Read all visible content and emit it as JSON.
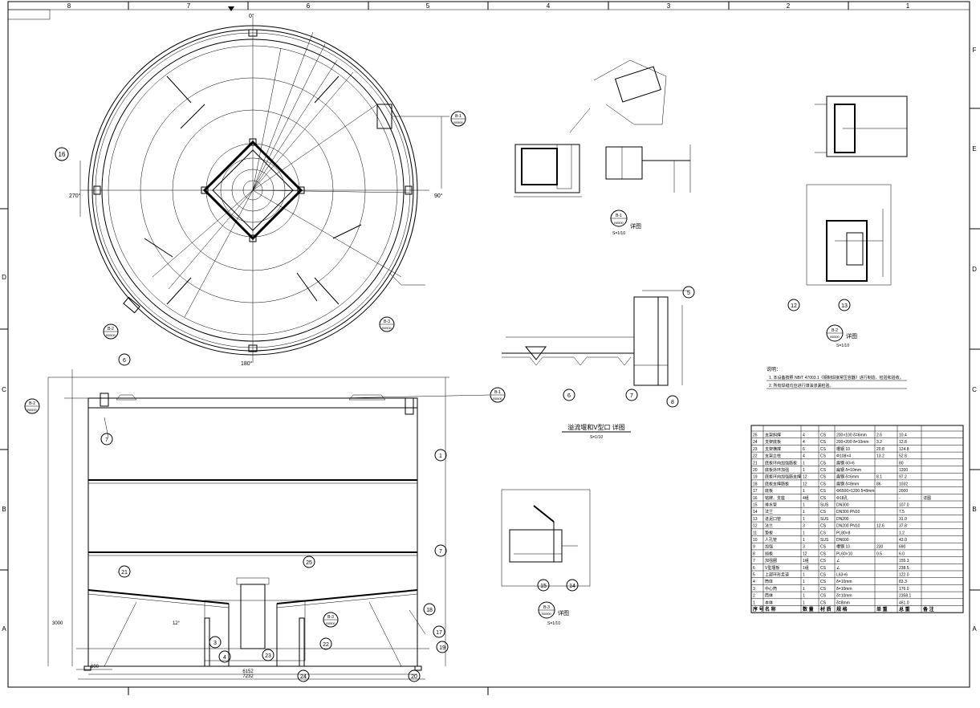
{
  "frame": {
    "col_labels": [
      "8",
      "7",
      "6",
      "5",
      "4",
      "3",
      "2",
      "1"
    ],
    "row_labels": [
      "F",
      "E",
      "D",
      "C",
      "B",
      "A"
    ]
  },
  "plan": {
    "angle_top": "0°",
    "angle_right": "90°",
    "angle_bottom": "180°",
    "angle_left": "270°",
    "bubble_16": "16",
    "ref_b1_top": "B-1",
    "ref_b1_bot": "B0500",
    "ref_b2_top": "B-2",
    "ref_b2_bot": "B0500",
    "ref_b3_top": "B-3",
    "ref_b3_bot": "B0500"
  },
  "elevation": {
    "bubbles": [
      "6",
      "7",
      "1",
      "7",
      "21",
      "25",
      "18",
      "17",
      "19",
      "3",
      "4",
      "23",
      "22",
      "24",
      "20"
    ],
    "dim_total": "7232",
    "dim_inner": "6152",
    "dim_bottom_left": "600",
    "dim_3000": "3000",
    "note_mid": "12°",
    "ref_b2_top": "B-2",
    "ref_b2_bot": "B0500",
    "ref_b1_top": "B-1",
    "ref_b1_bot": "B0500",
    "ref_b3_top": "B-3",
    "ref_b3_bot": "B0500"
  },
  "detail_b1": {
    "title_top": "B-1",
    "title_bot": "B0500",
    "label": "详图",
    "scale": "S=1/10"
  },
  "detail_b2": {
    "title_top": "B-2",
    "title_bot": "B0500",
    "label": "详图",
    "scale": "S=1/10",
    "bubble_12": "12",
    "bubble_13": "13"
  },
  "detail_weir": {
    "title": "溢流堰和V型口 详图",
    "scale": "S=1/10",
    "bubble_5": "5",
    "bubble_6": "6",
    "bubble_7": "7",
    "bubble_8": "8",
    "bubble_15": "15",
    "bubble_14": "14"
  },
  "detail_b3": {
    "title_top": "B-3",
    "title_bot": "B0500",
    "label": "详图",
    "scale": "S=1/10"
  },
  "notes": {
    "heading": "说明：",
    "lines": [
      "1. 本设备按照 NB/T 47003.1《钢制焊接常压容器》进行制造、检验和验收。",
      "2. 所有焊缝均应进行煤油渗漏检验。"
    ]
  },
  "bom": {
    "headers": [
      "序 号",
      "名 称",
      "数 量",
      "材 质",
      "规 格",
      "单 重",
      "总 重",
      "备 注"
    ],
    "rows": [
      [
        "25",
        "支架斜撑",
        "4",
        "CS",
        "200×100 δ=6mm",
        "2.6",
        "10.4",
        ""
      ],
      [
        "24",
        "支架底板",
        "4",
        "CS",
        "200×200 δ=10mm",
        "3.2",
        "12.8",
        ""
      ],
      [
        "23",
        "支架横撑",
        "6",
        "CS",
        "槽钢 10",
        "20.8",
        "124.8",
        ""
      ],
      [
        "22",
        "支架立柱",
        "4",
        "CS",
        "Φ108×4",
        "13.2",
        "52.8",
        ""
      ],
      [
        "21",
        "底板环向加强筋板",
        "1",
        "CS",
        "扁钢 60×6",
        "",
        "80",
        ""
      ],
      [
        "20",
        "底板外环加强",
        "1",
        "CS",
        "扁钢 δ=10mm",
        "",
        "1200",
        ""
      ],
      [
        "19",
        "底板环向加强筋支撑",
        "12",
        "CS",
        "扁钢 δ=6mm",
        "8.1",
        "97.2",
        ""
      ],
      [
        "18",
        "底板支撑筋板",
        "12",
        "CS",
        "扁钢 δ=8mm",
        "86",
        "1032",
        ""
      ],
      [
        "17",
        "底板",
        "1",
        "CS",
        "Φ6500×1200 δ=8mm",
        "",
        "2000",
        ""
      ],
      [
        "16",
        "铭牌、支座",
        "4组",
        "CS",
        "Φ18孔",
        "",
        "-",
        "详图"
      ],
      [
        "15",
        "排水管",
        "1",
        "SUS",
        "DN300",
        "",
        "107.0",
        ""
      ],
      [
        "14",
        "法兰",
        "1",
        "CS",
        "DN300 PN10",
        "",
        "7.5",
        ""
      ],
      [
        "13",
        "进泥口管",
        "1",
        "SUS",
        "DN200",
        "",
        "31.0",
        ""
      ],
      [
        "12",
        "法兰",
        "3",
        "CS",
        "DN200 PN10",
        "12.6",
        "37.8",
        ""
      ],
      [
        "11",
        "垫板",
        "1",
        "CS",
        "PL80×8",
        "",
        "1.2",
        ""
      ],
      [
        "10",
        "人孔管",
        "1",
        "SUS",
        "DN600",
        "",
        "43.0",
        ""
      ],
      [
        "9",
        "加强",
        "3",
        "CS",
        "槽钢 10",
        "230",
        "690",
        ""
      ],
      [
        "8",
        "挡板",
        "12",
        "CS",
        "PL60×10",
        "0.5",
        "6.0",
        ""
      ],
      [
        "7",
        "加强圈",
        "1组",
        "CS",
        "∠",
        "",
        "155.3",
        ""
      ],
      [
        "6",
        "V型堰板",
        "1组",
        "CS",
        "∠",
        "",
        "238.5",
        ""
      ],
      [
        "5",
        "上部环形走道",
        "1",
        "CS",
        "L63×6",
        "",
        "122.0",
        ""
      ],
      [
        "4",
        "筒体",
        "1",
        "CS",
        "δ=10mm",
        "",
        "83.3",
        ""
      ],
      [
        "3",
        "中心筒",
        "1",
        "CS",
        "δ=10mm",
        "",
        "176.0",
        ""
      ],
      [
        "2",
        "筒体",
        "1",
        "CS",
        "δ=10mm",
        "",
        "2358.1",
        ""
      ],
      [
        "1",
        "本体",
        "1",
        "CS",
        "δ=8mm",
        "",
        "461.0",
        ""
      ]
    ]
  }
}
